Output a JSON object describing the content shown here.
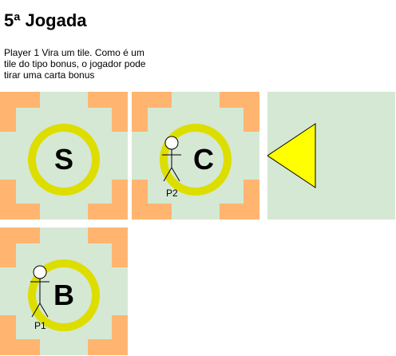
{
  "heading": "5ª Jogada",
  "description": "Player 1 Vira um tile. Como é um tile do tipo bonus, o jogador pode tirar uma carta bonus",
  "tiles": [
    {
      "letter": "S",
      "player": ""
    },
    {
      "letter": "C",
      "player": "P2"
    },
    {
      "letter": "",
      "player": ""
    },
    {
      "letter": "B",
      "player": "P1"
    }
  ],
  "colors": {
    "tile_background": "#d5e8d4",
    "corner_blocks": "#ffb570",
    "ring": "#dddd00",
    "arrow_fill": "#ffff00",
    "arrow_stroke": "#000000"
  }
}
